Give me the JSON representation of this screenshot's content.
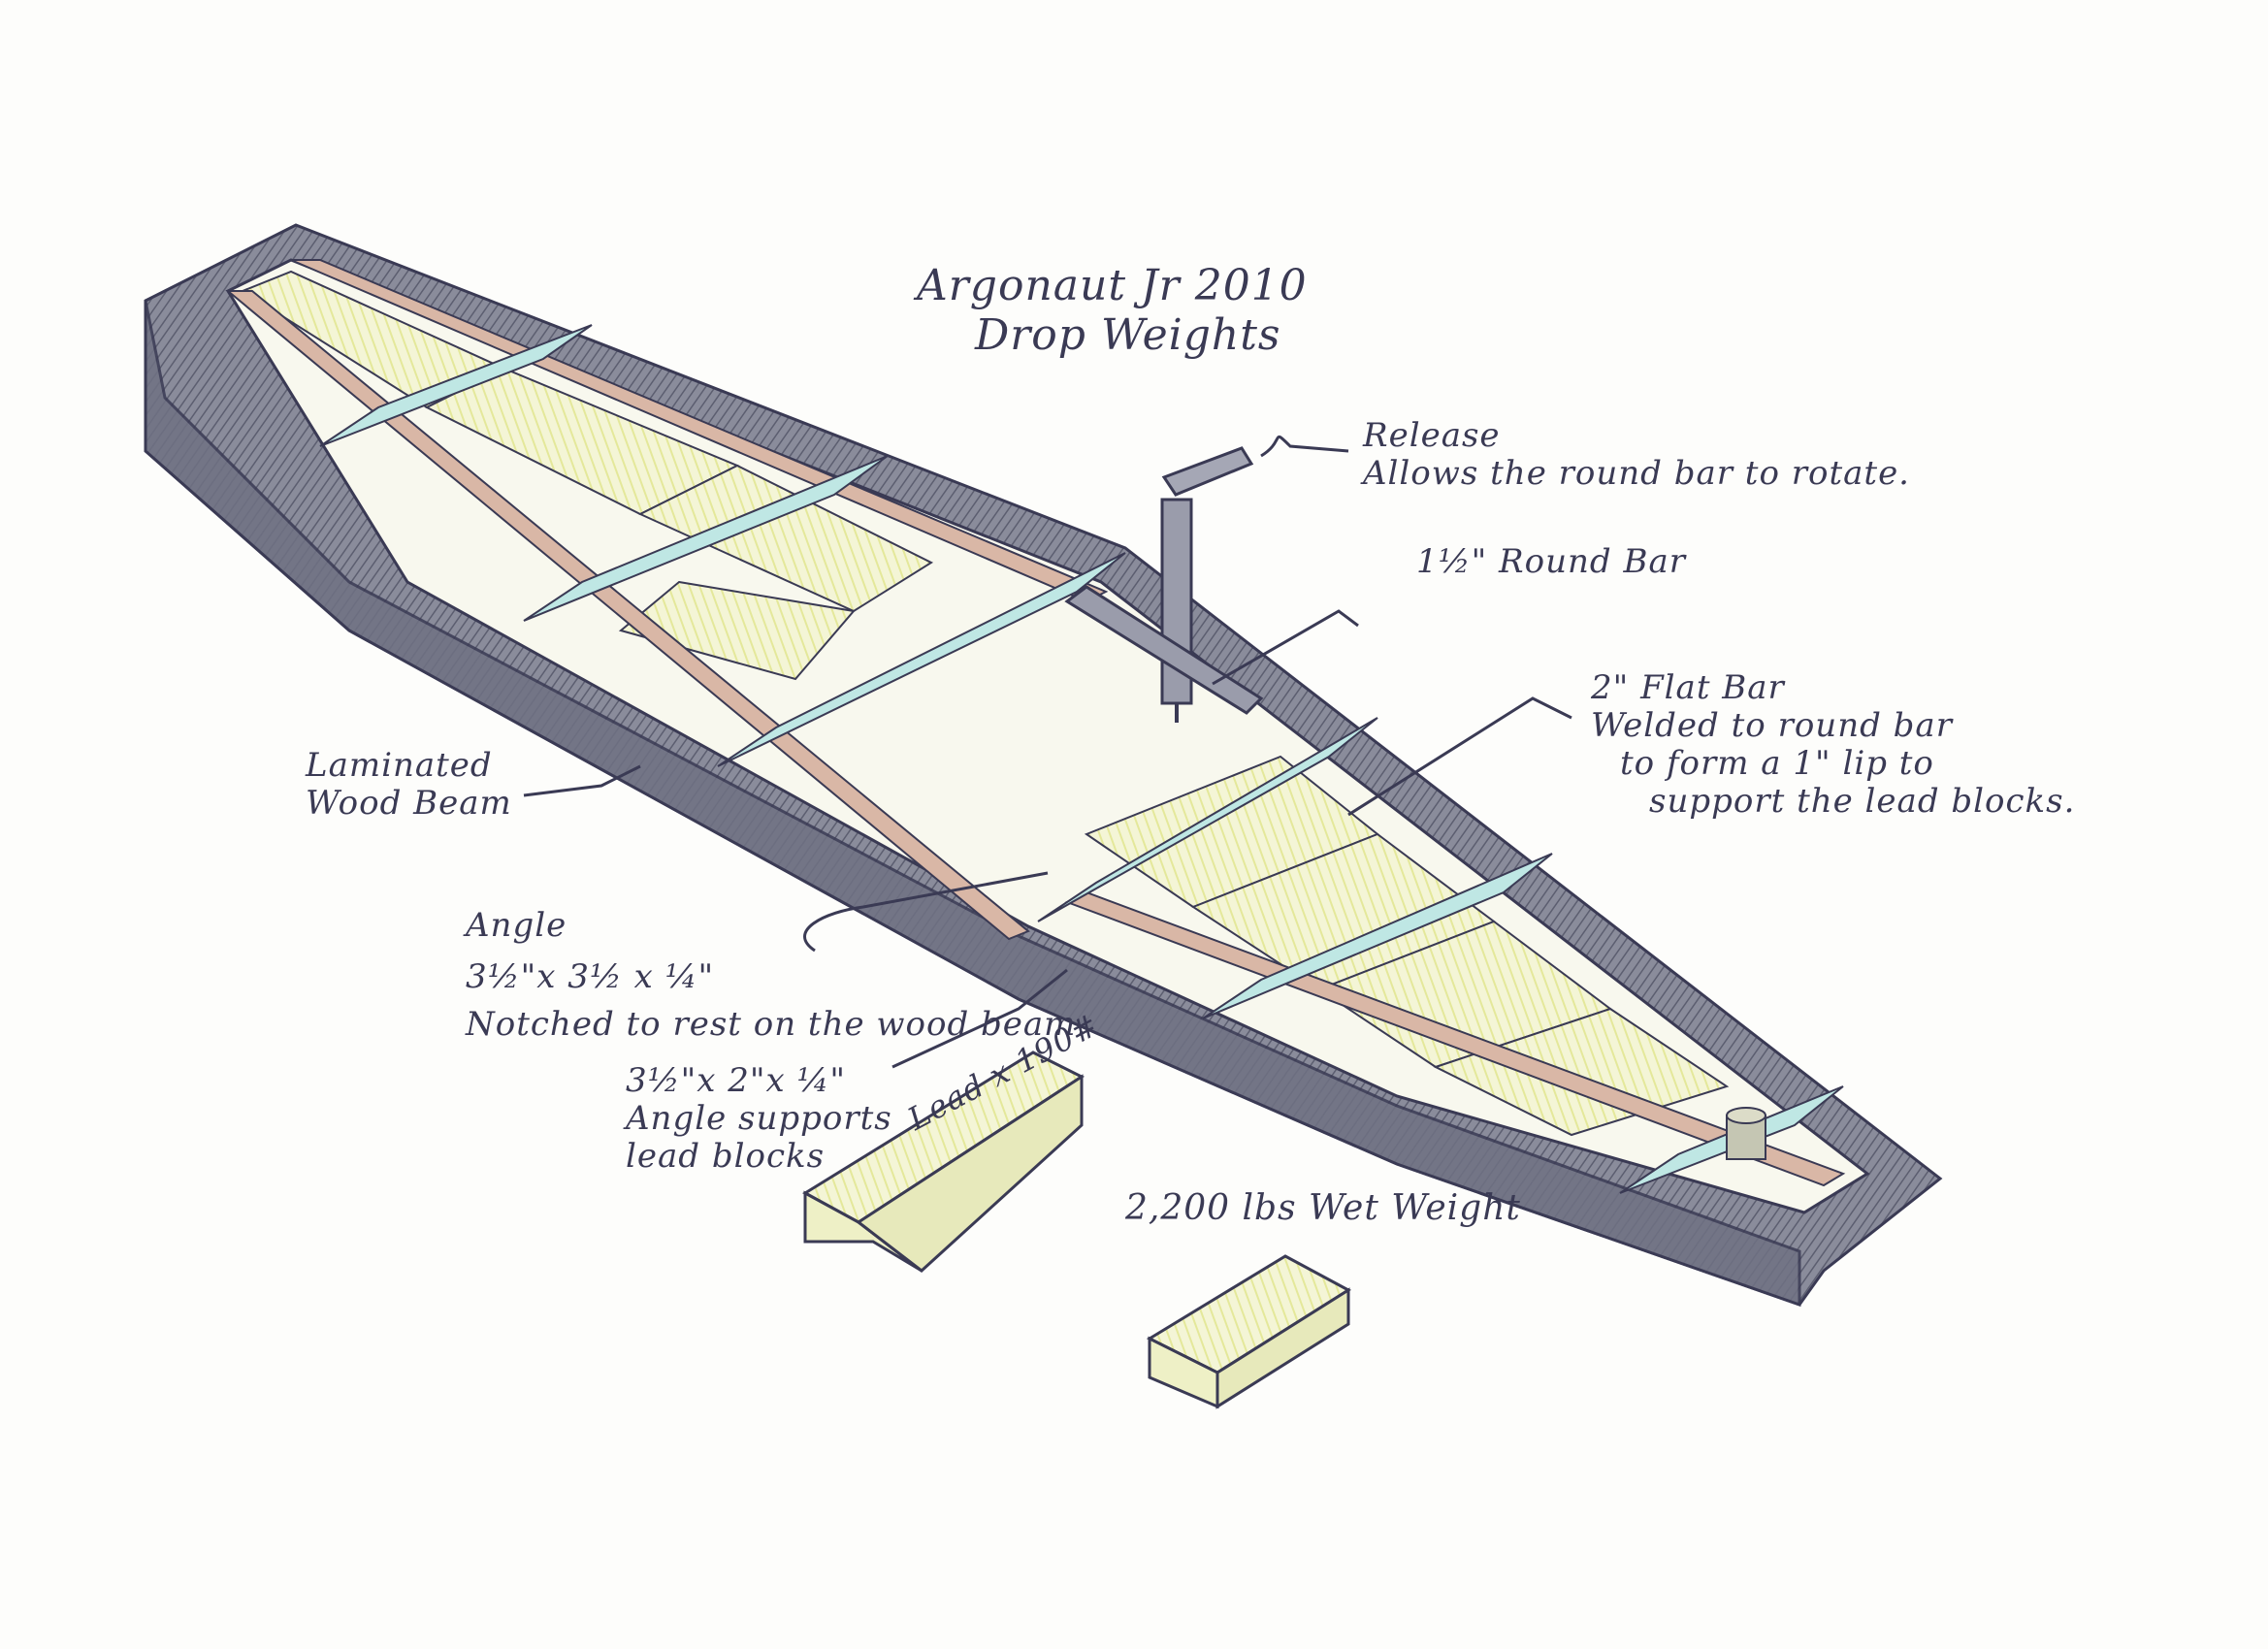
{
  "title": {
    "line1": "Argonaut Jr 2010",
    "line2": "Drop Weights"
  },
  "labels": {
    "release": {
      "line1": "Release",
      "line2": "Allows the round bar to rotate."
    },
    "round_bar": "1½\" Round Bar",
    "flat_bar": {
      "line1": "2\" Flat Bar",
      "line2": "Welded to round bar",
      "line3": "to form a 1\" lip to",
      "line4": "support the lead blocks."
    },
    "wood_beam": {
      "line1": "Laminated",
      "line2": "Wood Beam"
    },
    "angle": {
      "line1": "Angle",
      "line2": "3½\"x 3½ x ¼\"",
      "line3": "Notched to rest on the wood beam."
    },
    "angle_support": {
      "line1": "3½\"x 2\"x ¼\"",
      "line2": "Angle supports",
      "line3": "lead blocks"
    },
    "lead_block": "Lead x 190#",
    "wet_weight": "2,200 lbs Wet Weight"
  },
  "colors": {
    "frame": "#7d7f8f",
    "frame_dark": "#55566a",
    "lead": "#f1f2c4",
    "angle_strap": "#bfe7e4",
    "beam": "#d9b7a6",
    "ink": "#3a3a54"
  }
}
